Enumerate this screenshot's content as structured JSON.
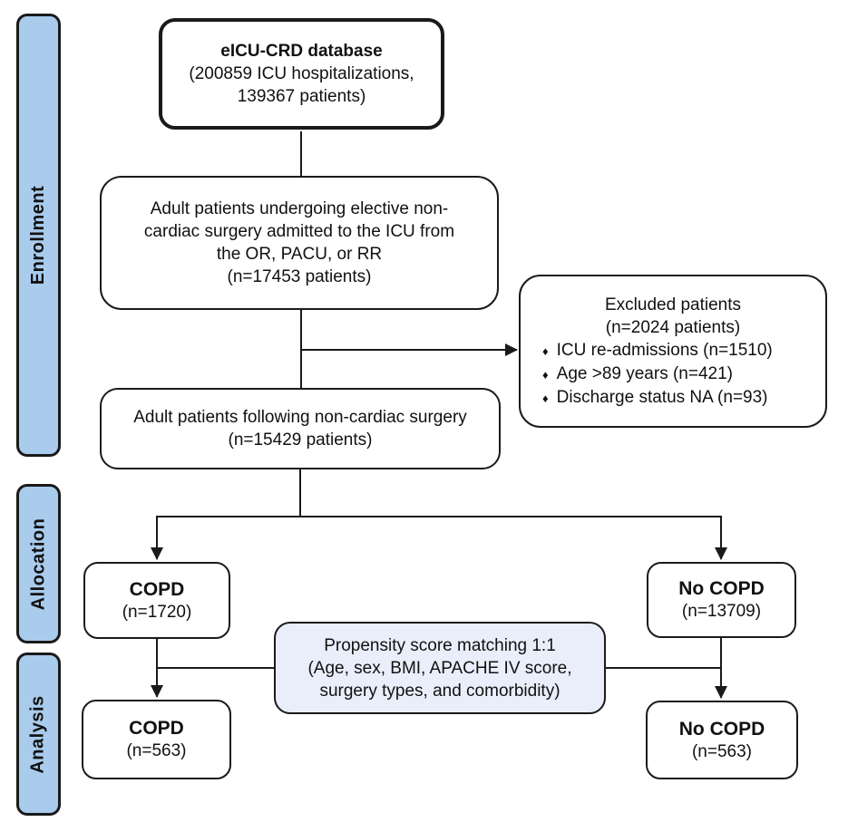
{
  "colors": {
    "sidebar_fill": "#a9cbec",
    "match_fill": "#e9eefa",
    "line_color": "#1a1a1a",
    "box_border": "#1a1a1a"
  },
  "sidebar": {
    "stages": [
      "Enrollment",
      "Allocation",
      "Analysis"
    ]
  },
  "boxes": {
    "database": {
      "title": "eICU-CRD database",
      "lines": [
        "(200859 ICU hospitalizations,",
        "139367 patients)"
      ]
    },
    "eligible": {
      "lines": [
        "Adult patients undergoing elective non-",
        "cardiac surgery admitted to the ICU from",
        "the OR, PACU, or RR",
        "(n=17453 patients)"
      ]
    },
    "excluded": {
      "header": [
        "Excluded patients",
        "(n=2024 patients)"
      ],
      "bullet_icon": "♦",
      "items": [
        "ICU re-admissions (n=1510)",
        "Age >89 years (n=421)",
        "Discharge status NA (n=93)"
      ]
    },
    "surgery": {
      "lines": [
        "Adult patients following non-cardiac surgery",
        "(n=15429 patients)"
      ]
    },
    "copd_alloc": {
      "title": "COPD",
      "n": "(n=1720)"
    },
    "nocopd_alloc": {
      "title": "No COPD",
      "n": "(n=13709)"
    },
    "matching": {
      "lines": [
        "Propensity score matching 1:1",
        "(Age, sex, BMI, APACHE IV score,",
        "surgery types, and comorbidity)"
      ]
    },
    "copd_analysis": {
      "title": "COPD",
      "n": "(n=563)"
    },
    "nocopd_analysis": {
      "title": "No COPD",
      "n": "(n=563)"
    }
  }
}
